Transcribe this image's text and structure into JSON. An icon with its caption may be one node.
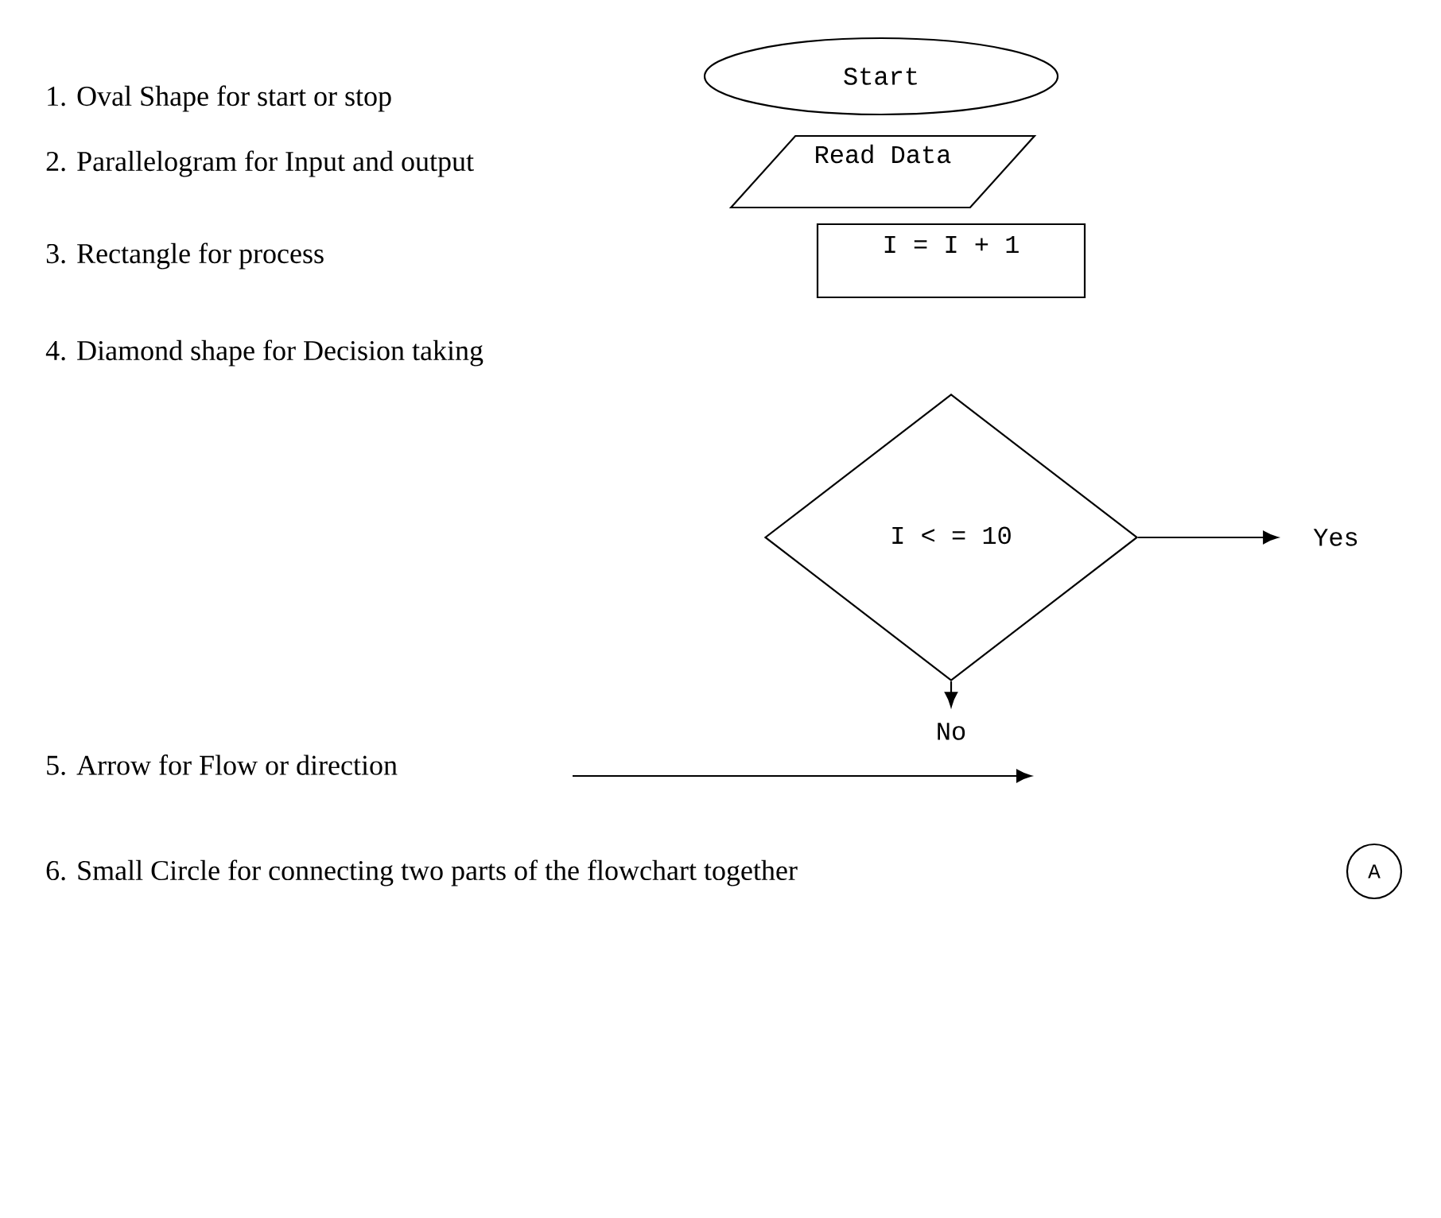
{
  "diagram": {
    "nodes": [
      {
        "text": [
          "Start"
        ]
      },
      {
        "text": [
          "Read Data"
        ]
      },
      {
        "text": [
          "I = I + 1"
        ]
      },
      {
        "text": [
          "I < = 10"
        ]
      },
      {
        "text": [
          "Yes"
        ]
      },
      {
        "text": [
          "No"
        ]
      },
      {
        "text": [
          "A"
        ]
      }
    ],
    "edges": [
      {
        "from": 3,
        "to": 4,
        "arrow": "to"
      },
      {
        "from": 3,
        "to": 5,
        "arrow": "to"
      }
    ],
    "labels": [
      "1. Oval Shape for start or stop",
      "2. Parallelogram for Input and output",
      "3. Rectangle for process",
      "4. Diamond shape for Decision taking",
      "5. Arrow for Flow or direction",
      "6. Small Circle for connecting two parts of the flowchart together"
    ]
  }
}
